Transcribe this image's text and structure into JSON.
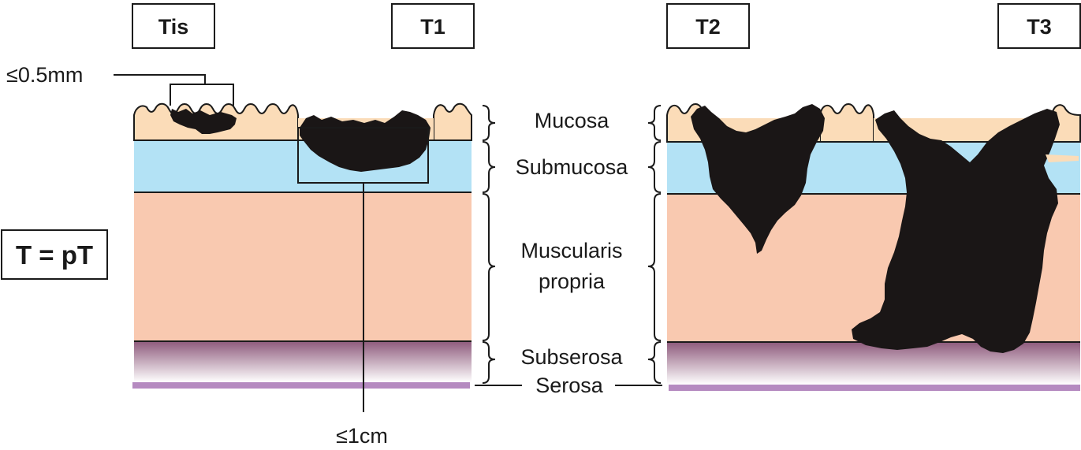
{
  "stages": [
    "Tis",
    "T1",
    "T2",
    "T3"
  ],
  "legend": "T = pT",
  "layers": {
    "mucosa": "Mucosa",
    "submucosa": "Submucosa",
    "muscularis_line1": "Muscularis",
    "muscularis_line2": "propria",
    "subserosa": "Subserosa",
    "serosa": "Serosa"
  },
  "measurements": {
    "tis_depth": "≤0.5mm",
    "t1_width": "≤1cm"
  },
  "colors": {
    "mucosa": "#fbdcb8",
    "submucosa": "#b3e2f5",
    "muscularis": "#f9c9b0",
    "subserosa_top": "#8e5a7c",
    "subserosa_bottom": "#ffffff",
    "serosa": "#b58ac0",
    "tumor": "#1a1616",
    "outline": "#1a1a1a"
  }
}
